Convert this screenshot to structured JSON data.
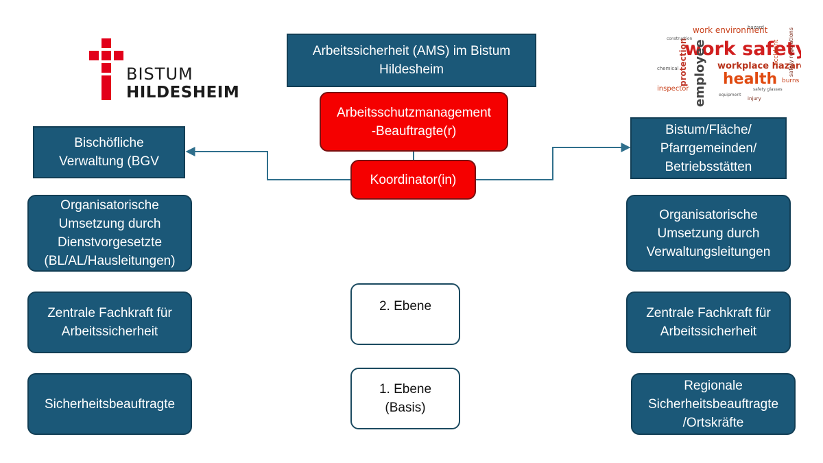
{
  "logo": {
    "line1": "BISTUM",
    "line2": "HILDESHEIM",
    "cross_color": "#e2001a"
  },
  "wordcloud": {
    "words": [
      "work safety",
      "work environment",
      "workplace hazards",
      "health",
      "employee",
      "protection",
      "safety regulations",
      "accident",
      "inspector",
      "burns",
      "chemical",
      "construction",
      "hazard",
      "equipment",
      "injury",
      "safety glasses"
    ]
  },
  "title": {
    "text": "Arbeitssicherheit (AMS) im Bistum\nHildesheim"
  },
  "center": {
    "manager": "Arbeitsschutzmanagement\n-Beauftragte(r)",
    "coordinator": "Koordinator(in)",
    "level2": "2. Ebene",
    "level1": "1. Ebene\n(Basis)"
  },
  "left": {
    "bgv": "Bischöfliche\nVerwaltung (BGV",
    "org": "Organisatorische\nUmsetzung durch\nDienstvorgesetzte\n(BL/AL/Hausleitungen)",
    "fachkraft": "Zentrale Fachkraft für\nArbeitssicherheit",
    "sicherheit": "Sicherheitsbeauftragte"
  },
  "right": {
    "bistum": "Bistum/Fläche/\nPfarrgemeinden/\nBetriebsstätten",
    "org": "Organisatorische\nUmsetzung durch\nVerwaltungsleitungen",
    "fachkraft": "Zentrale Fachkraft für\nArbeitssicherheit",
    "regional": "Regionale\nSicherheitsbeauftragte\n/Ortskräfte"
  },
  "colors": {
    "teal": "#1b5878",
    "red": "#f50000",
    "connector": "#2f6f8c"
  }
}
